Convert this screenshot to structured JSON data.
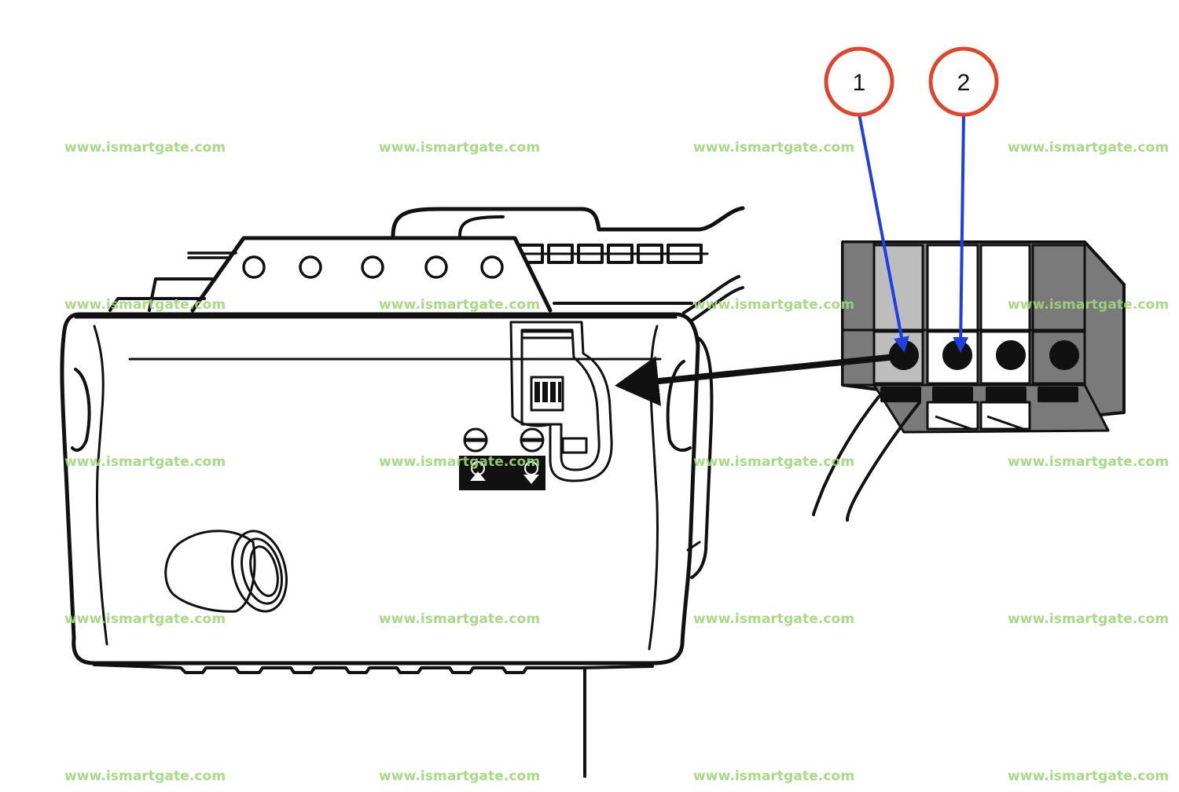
{
  "watermark": "www.ismartgate.com",
  "callouts": [
    {
      "number": "1"
    },
    {
      "number": "2"
    }
  ],
  "colors": {
    "callout_ring": "#e0442a",
    "pointer_arrow": "#1f3fe0",
    "watermark": "#9fd67a",
    "terminal_dark": "#7a7a7a",
    "terminal_light": "#bdbdbd"
  }
}
